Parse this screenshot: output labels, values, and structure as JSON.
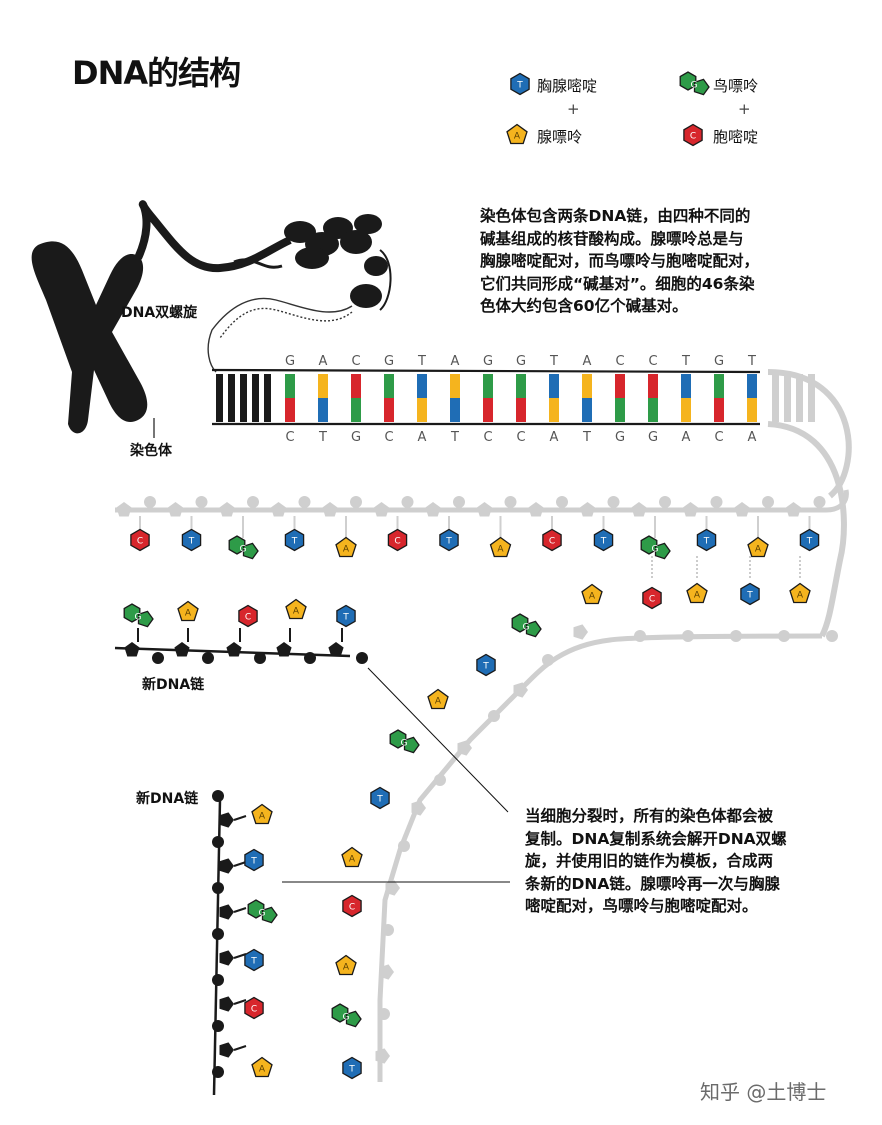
{
  "title": "DNA的结构",
  "legend": {
    "t": "胸腺嘧啶",
    "a": "腺嘌呤",
    "g": "鸟嘌呤",
    "c": "胞嘧啶",
    "plus": "+"
  },
  "description_top": [
    "染色体包含两条DNA链，由四种不同的",
    "碱基组成的核苷酸构成。腺嘌呤总是与",
    "胸腺嘧啶配对，而鸟嘌呤与胞嘧啶配对，",
    "它们共同形成“碱基对”。细胞的46条染",
    "色体大约包含60亿个碱基对。"
  ],
  "description_bottom": [
    "当细胞分裂时，所有的染色体都会被",
    "复制。DNA复制系统会解开DNA双螺",
    "旋，并使用旧的链作为模板，合成两",
    "条新的DNA链。腺嘌呤再一次与胸腺",
    "嘧啶配对，鸟嘌呤与胞嘧啶配对。"
  ],
  "labels": {
    "double_helix": "DNA双螺旋",
    "chromosome": "染色体",
    "new_strand_1": "新DNA链",
    "new_strand_2": "新DNA链"
  },
  "ladder": {
    "top": [
      "G",
      "A",
      "C",
      "G",
      "T",
      "A",
      "G",
      "G",
      "T",
      "A",
      "C",
      "C",
      "T",
      "G",
      "T"
    ],
    "bottom": [
      "C",
      "T",
      "G",
      "C",
      "A",
      "T",
      "C",
      "C",
      "A",
      "T",
      "G",
      "G",
      "A",
      "C",
      "A"
    ]
  },
  "bases": {
    "template_top": [
      "C",
      "T",
      "G",
      "T",
      "A",
      "C",
      "T",
      "A",
      "C",
      "T",
      "G",
      "T",
      "A",
      "T"
    ],
    "paired_right": [
      "A",
      "C",
      "A",
      "T",
      "A"
    ],
    "new_strand_1": [
      "G",
      "A",
      "C",
      "A",
      "T"
    ],
    "diagonal": [
      "G",
      "T",
      "A",
      "G",
      "T",
      "A",
      "C",
      "A",
      "G",
      "T"
    ],
    "new_strand_2": [
      "A",
      "T",
      "G",
      "T",
      "C",
      "A"
    ]
  },
  "colors": {
    "A": "#F5B41E",
    "T": "#1F6DB5",
    "G": "#2E9B48",
    "C": "#D7262C",
    "backbone_old": "#CFCFCF",
    "backbone_new": "#1A1A1A",
    "chromosome": "#1A1A1A"
  },
  "watermark": "知乎 @土博士"
}
